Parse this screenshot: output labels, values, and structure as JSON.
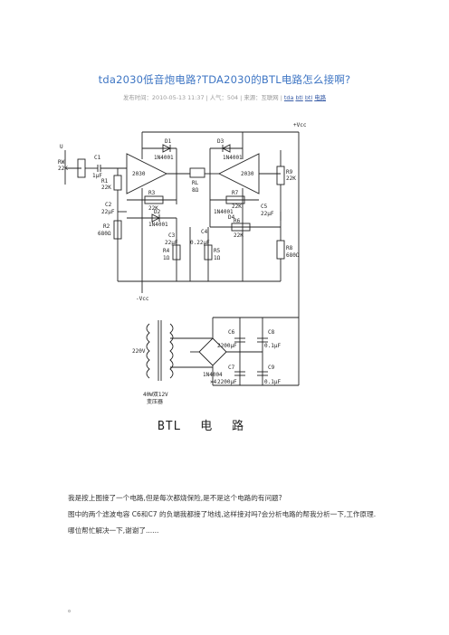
{
  "article": {
    "title": "tda2030低音炮电路?TDA2030的BTL电路怎么接啊?",
    "meta_prefix": "发布时间：2010-05-13 11:37 | 人气：504 | 来源：互联网 |",
    "meta_tags": [
      "tda",
      "btl",
      "btl",
      "电路"
    ]
  },
  "schematic": {
    "labels": {
      "vcc_pos": "+Vcc",
      "vcc_neg": "-Vcc",
      "input": "U",
      "rw": "RW",
      "rw_val": "22K",
      "c1": "C1",
      "c1_val": "1μF",
      "r1": "R1",
      "r1_val": "22K",
      "c2": "C2",
      "c2_val": "22μF",
      "r2": "R2",
      "r2_val": "680Ω",
      "d1": "D1",
      "d1_val": "1N4001",
      "d2": "D2",
      "d2_val": "1N4001",
      "d3": "D3",
      "d3_val": "1N4001",
      "d4": "D4",
      "ic1": "2030",
      "ic2": "2030",
      "rl": "RL",
      "rl_val": "8Ω",
      "r3": "R3",
      "r3_val": "22K",
      "r7": "R7",
      "r7_val": "22K",
      "r6": "R6",
      "r6_val": "22K",
      "r9": "R9",
      "r9_val": "22K",
      "c5": "C5",
      "c5_val": "22μF",
      "c3": "C3",
      "c3_val": "22μF",
      "c4": "C4",
      "c4_val": "0.22μF",
      "r4": "R4",
      "r4_val": "1Ω",
      "r5": "R5",
      "r5_val": "1Ω",
      "r8": "R8",
      "r8_val": "680Ω",
      "d4_val": "1N4001",
      "mains": "220V",
      "bridge": "1N4004",
      "bridge_count": "×4",
      "c6": "C6",
      "c6_val": "2200μF",
      "c7": "C7",
      "c7_val": "2200μF",
      "c8": "C8",
      "c8_val": "0.1μF",
      "c9": "C9",
      "c9_val": "0.1μF",
      "transformer": "40W双12V",
      "transformer2": "变压器"
    },
    "caption": "BTL 电 路"
  },
  "body": {
    "lines": [
      "我是按上图接了一个电路,但是每次都烧保险,是不是这个电路的有问题?",
      "图中的两个滤波电容 C6和C7 的负端我都接了地线,这样接对吗?会分析电路的帮我分析一下,工作原理.",
      "哪位帮忙解决一下,谢谢了......"
    ],
    "trailing": "。"
  }
}
